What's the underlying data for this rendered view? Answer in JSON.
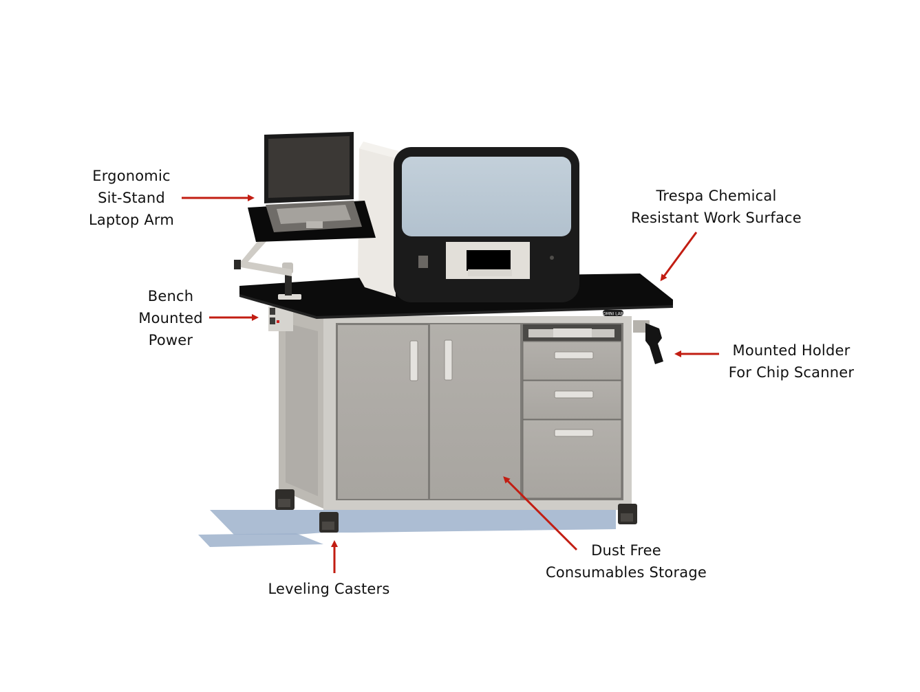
{
  "diagram": {
    "product": "Lab workstation with instrument, laptop arm and storage cabinet",
    "brand_badge": "OMNI LAB",
    "colors": {
      "background": "#ffffff",
      "worktop": "#0c0c0c",
      "cabinet": "#c9c7c1",
      "cabinet_panel": "#aeaba6",
      "instrument_body": "#ece9e4",
      "instrument_bezel": "#1b1b1b",
      "instrument_window": "#bccad6",
      "floor_shadow": "#9fb3cc",
      "arrow": "#c21d12",
      "label_text": "#111111"
    }
  },
  "callouts": [
    {
      "id": "laptop-arm",
      "lines": [
        "Ergonomic",
        "Sit-Stand",
        "Laptop Arm"
      ],
      "arrow_direction": "right"
    },
    {
      "id": "work-surface",
      "lines": [
        "Trespa Chemical",
        "Resistant Work Surface"
      ],
      "arrow_direction": "down-left"
    },
    {
      "id": "bench-power",
      "lines": [
        "Bench",
        "Mounted",
        "Power"
      ],
      "arrow_direction": "right"
    },
    {
      "id": "scanner-holder",
      "lines": [
        "Mounted Holder",
        "For Chip Scanner"
      ],
      "arrow_direction": "left"
    },
    {
      "id": "storage",
      "lines": [
        "Dust Free",
        "Consumables Storage"
      ],
      "arrow_direction": "up-left"
    },
    {
      "id": "casters",
      "lines": [
        "Leveling Casters"
      ],
      "arrow_direction": "up"
    }
  ]
}
